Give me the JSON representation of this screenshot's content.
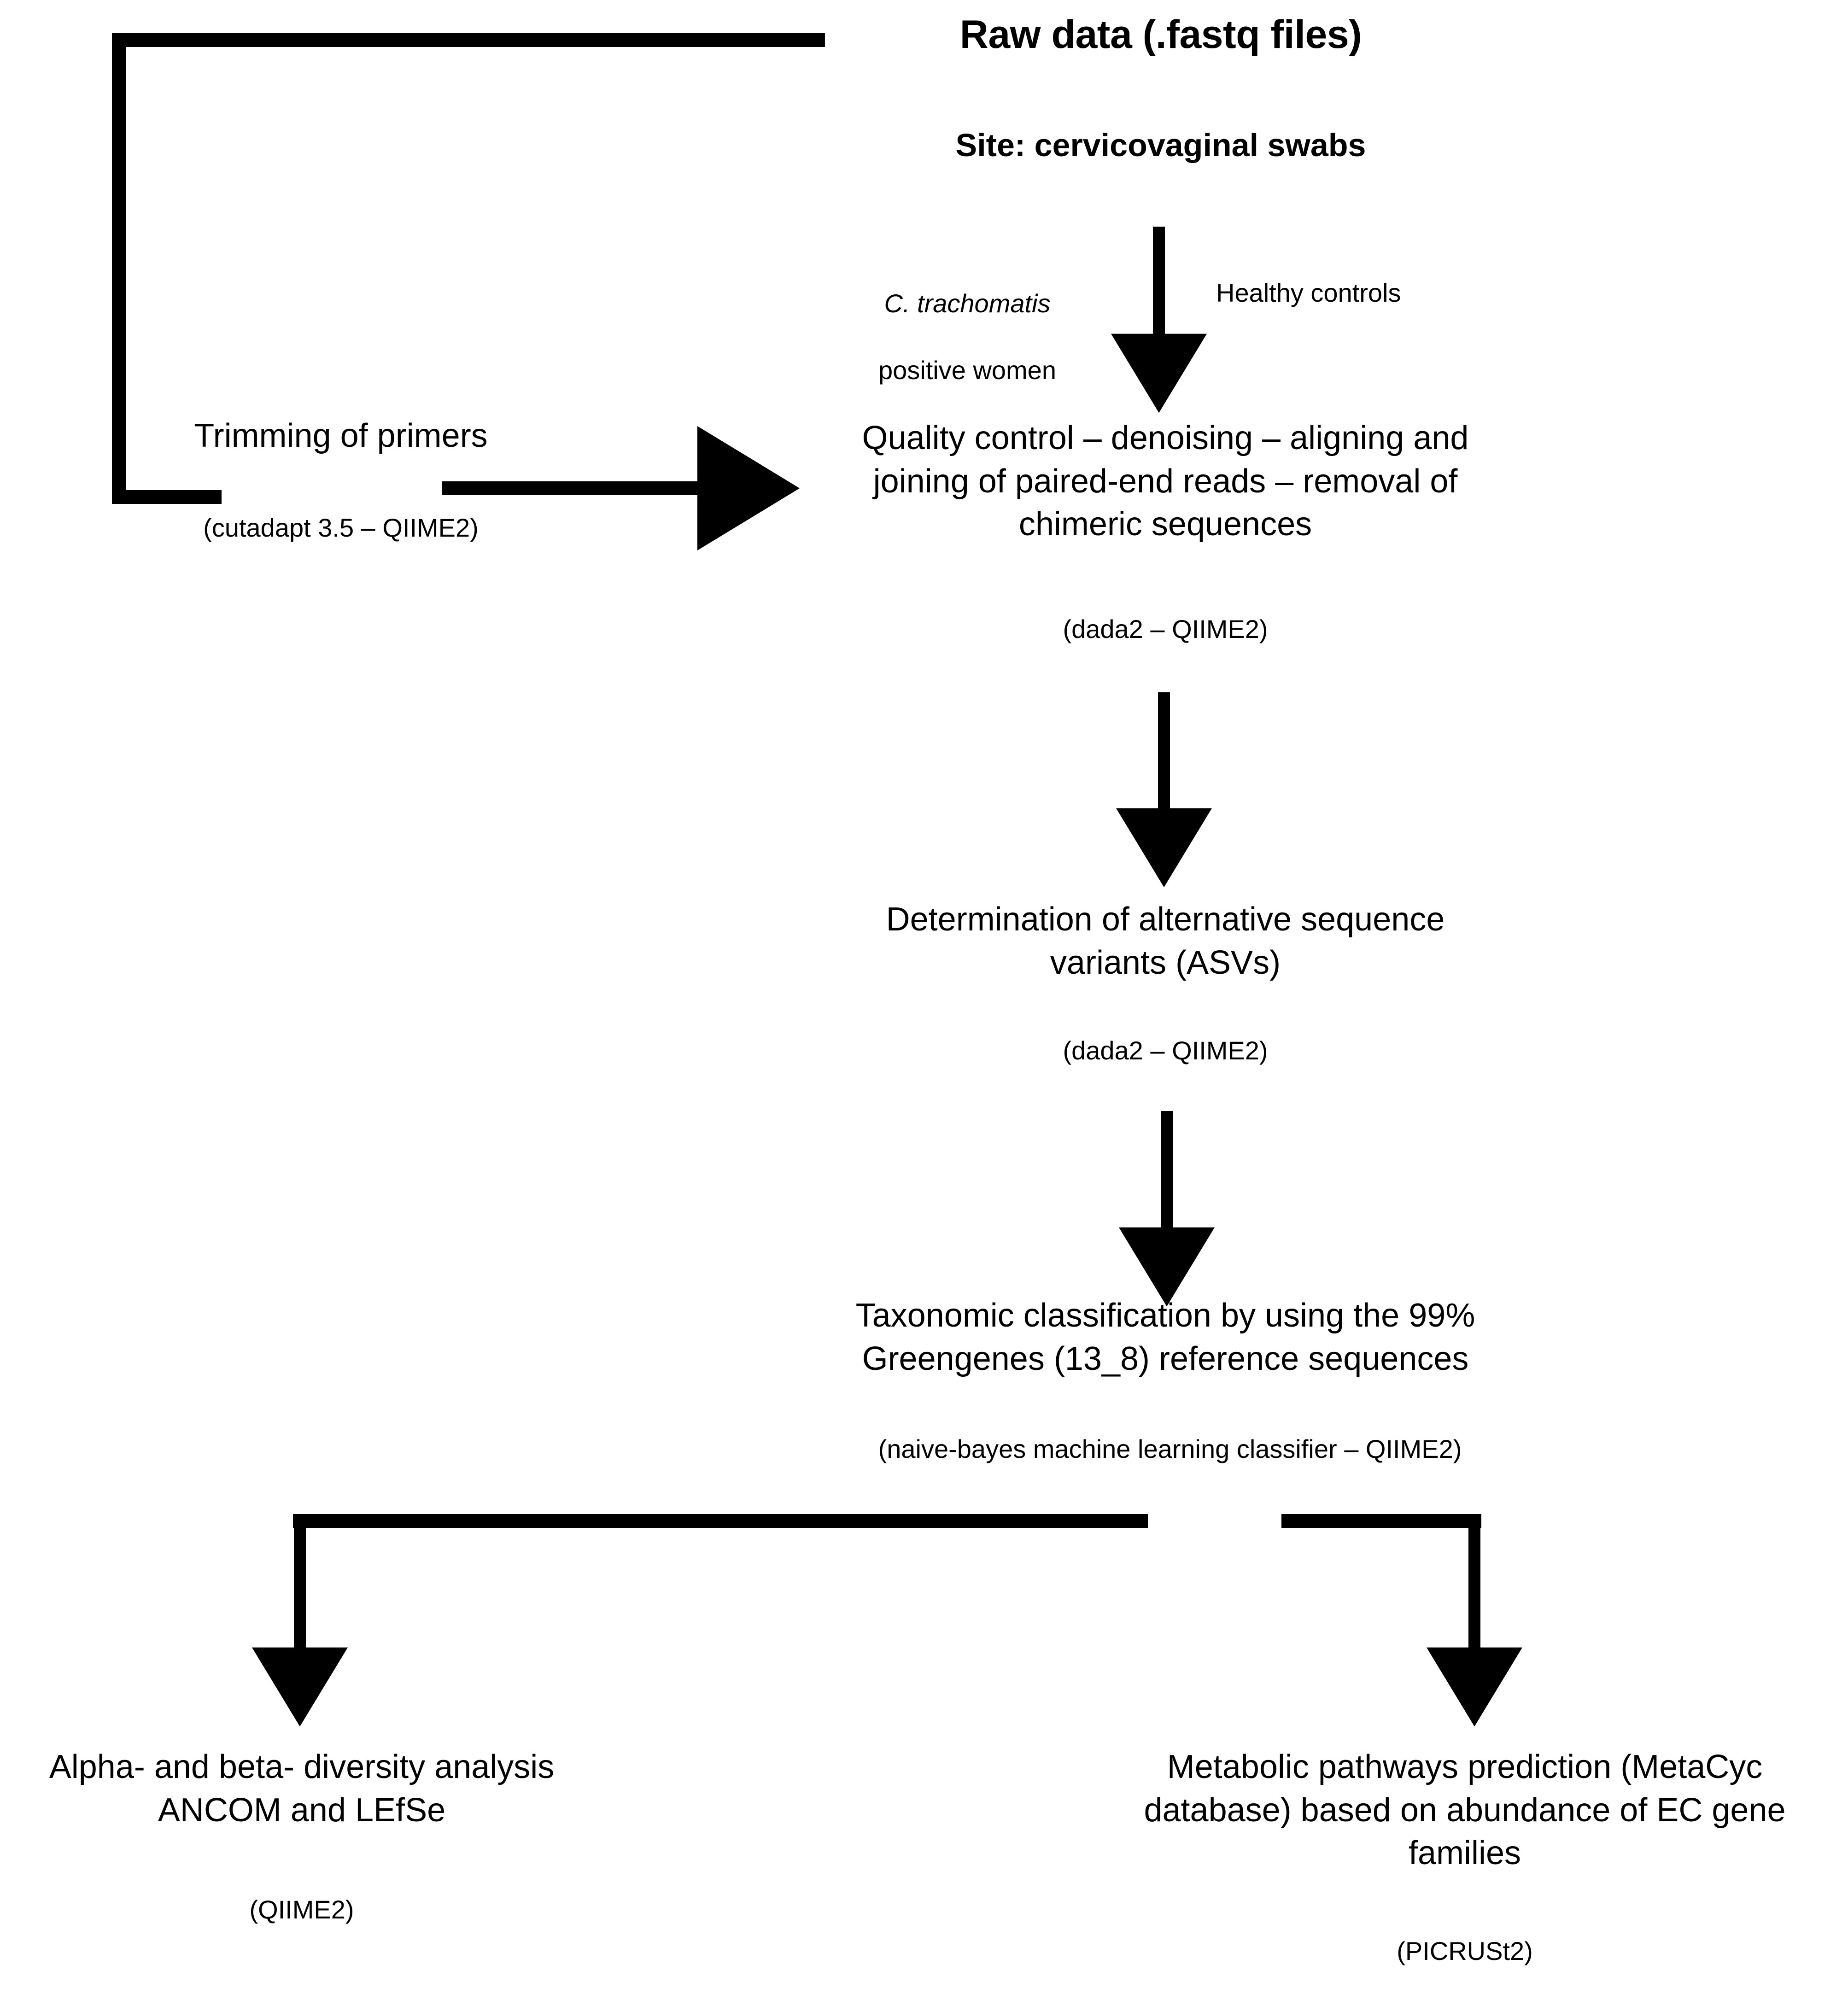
{
  "diagram": {
    "title": "Raw data (.fastq files)",
    "subtitle": "Site: cervicovaginal swabs",
    "branch_left_line1": "C. trachomatis",
    "branch_left_line2": "positive women",
    "branch_right": "Healthy controls",
    "trimming_step": "Trimming of primers",
    "trimming_tool": "(cutadapt 3.5 – QIIME2)",
    "qc_step": "Quality control – denoising – aligning and\njoining of paired-end reads – removal of\nchimeric sequences",
    "qc_tool": "(dada2 – QIIME2)",
    "asv_step": "Determination of alternative sequence\nvariants (ASVs)",
    "asv_tool": "(dada2 – QIIME2)",
    "taxonomy_step": "Taxonomic classification by using the 99%\nGreengenes (13_8) reference sequences",
    "taxonomy_tool": "(naive-bayes machine learning classifier – QIIME2)",
    "diversity_step": "Alpha- and beta- diversity analysis\nANCOM and LEfSe",
    "diversity_tool": "(QIIME2)",
    "pathways_step": "Metabolic pathways prediction (MetaCyc\ndatabase) based on abundance of EC gene\nfamilies",
    "pathways_tool": "(PICRUSt2)",
    "colors": {
      "ink": "#000000",
      "background": "#ffffff"
    }
  }
}
